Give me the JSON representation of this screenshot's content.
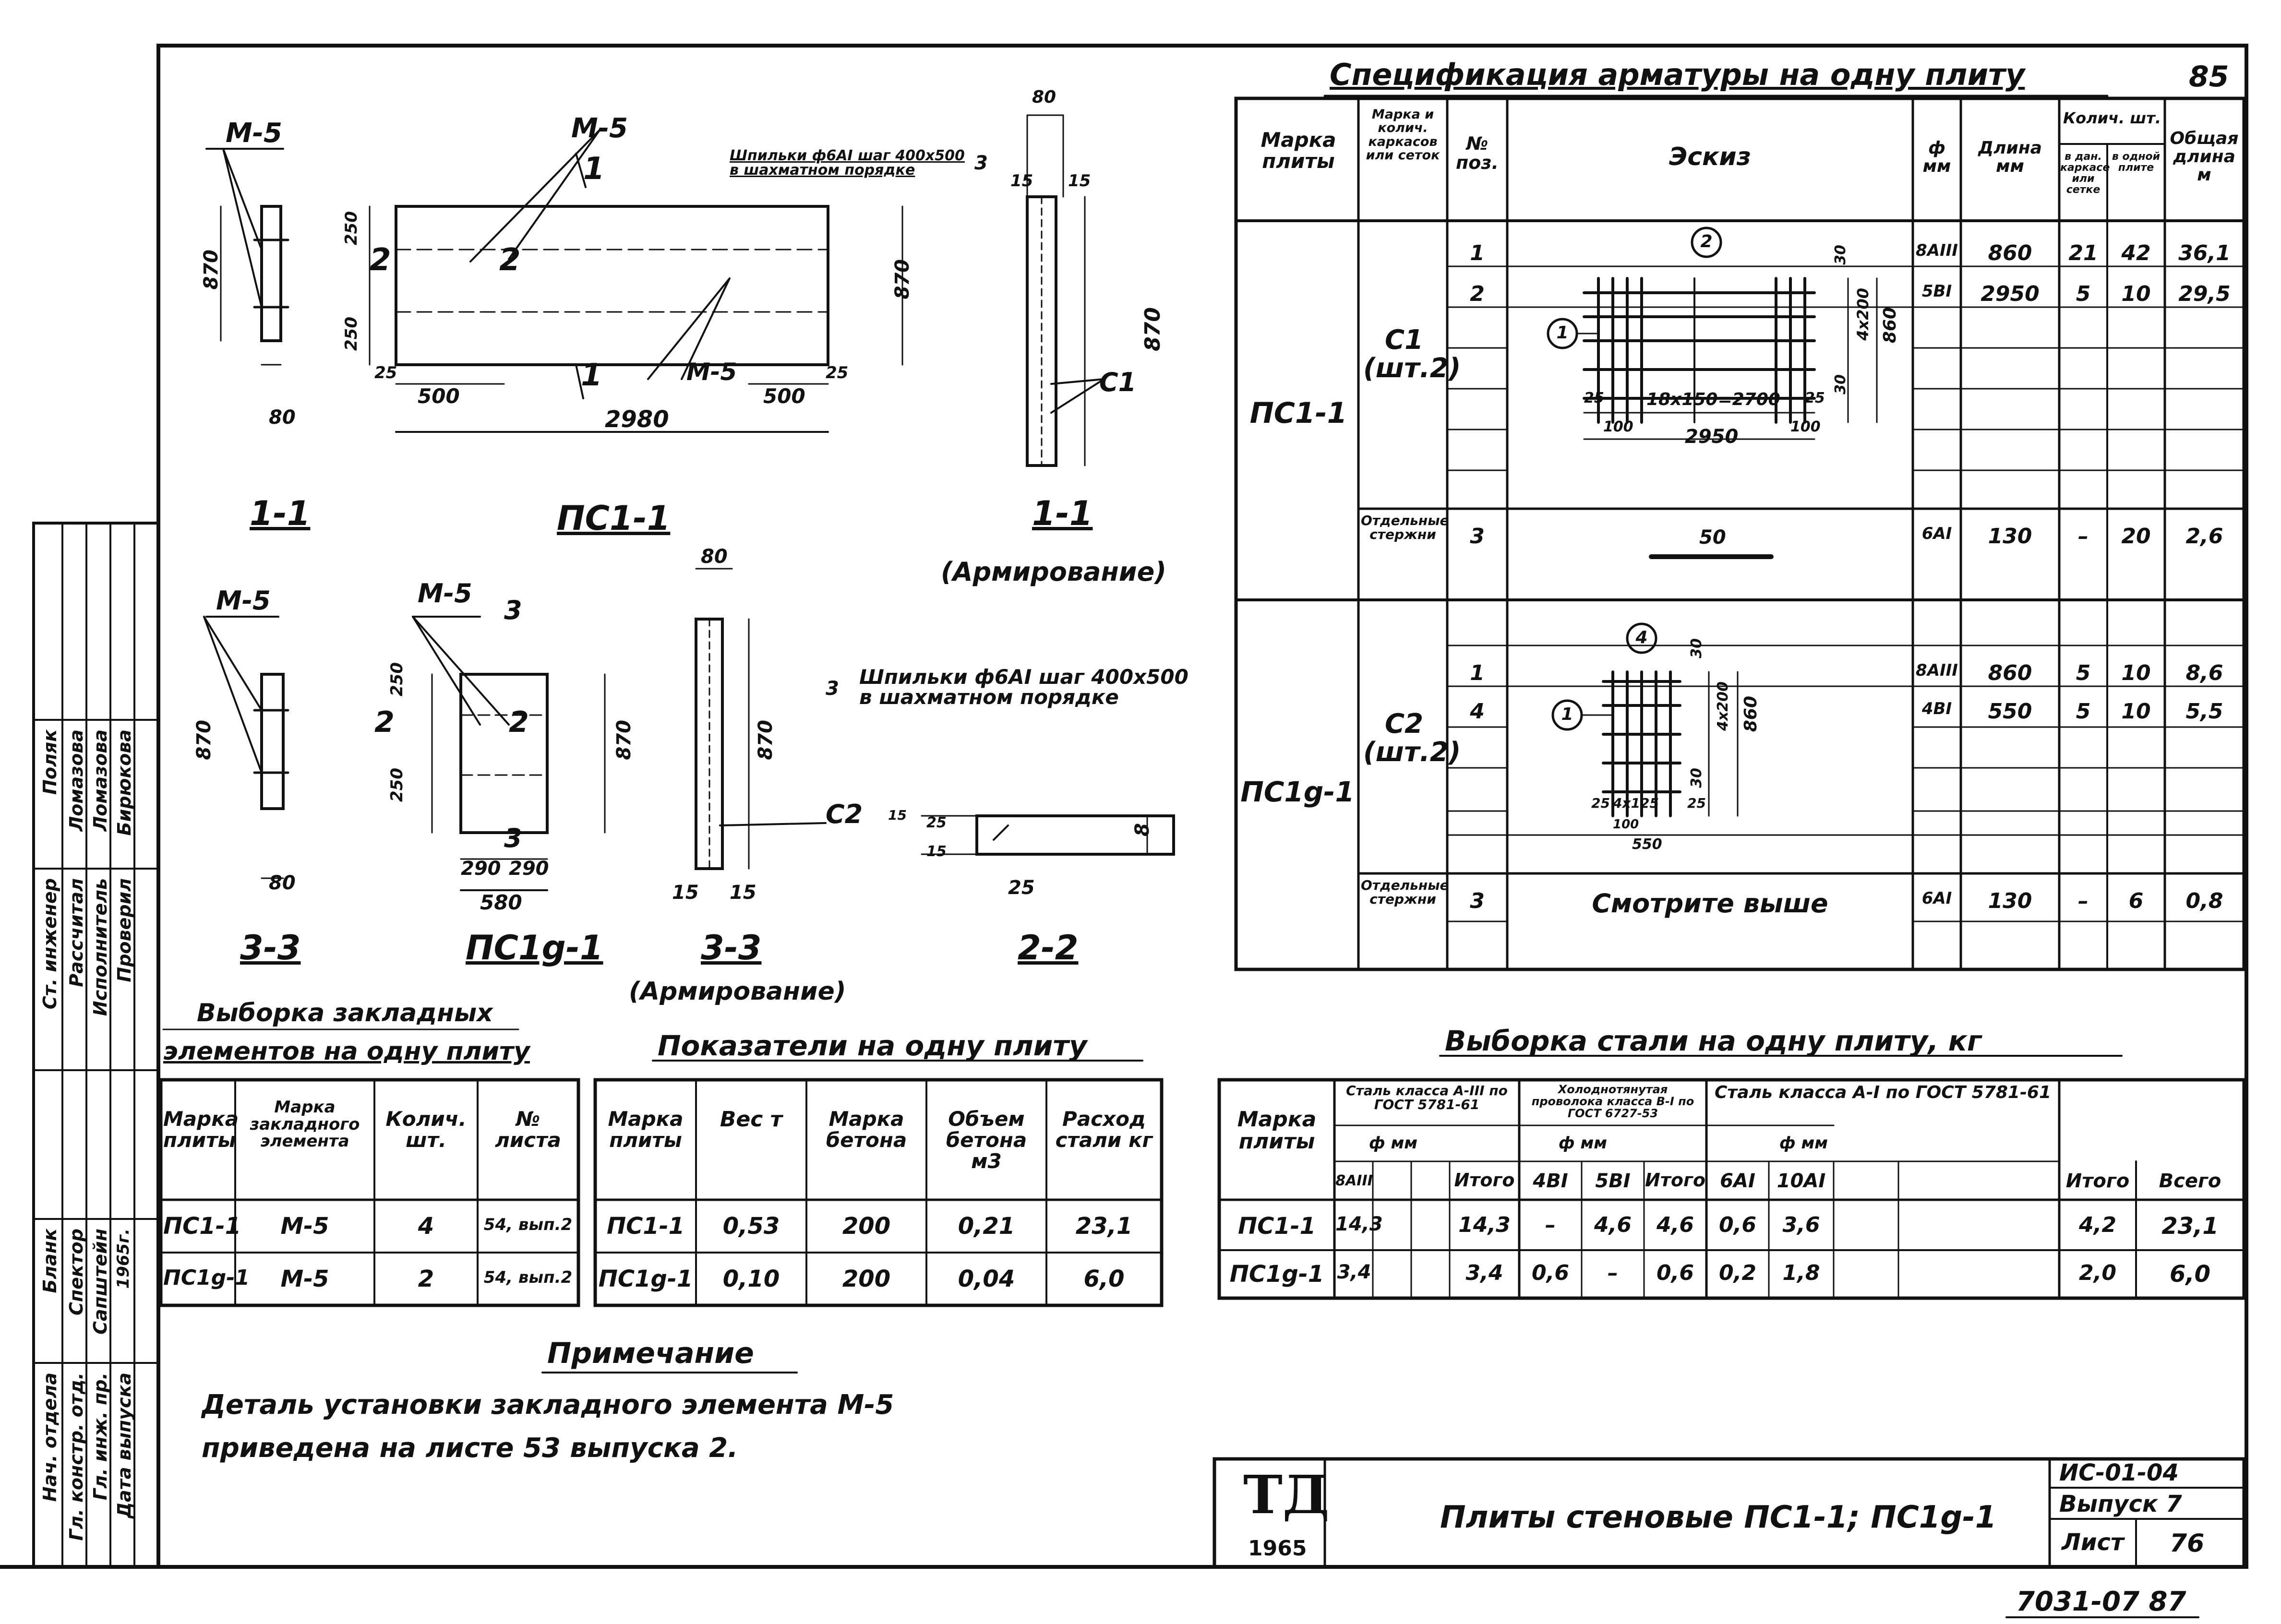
{
  "sheet": {
    "page_number": "85",
    "bottom_code": "7031-07  87",
    "title_block": {
      "logo": "ТД",
      "year": "1965",
      "title": "Плиты стеновые ПС1-1; ПС1g-1",
      "code": "ИС-01-04",
      "issue": "Выпуск 7",
      "sheet_label": "Лист",
      "sheet_no": "76"
    }
  },
  "left_stamp": {
    "rows": [
      {
        "role": "Нач. отдела",
        "name": "Бланк"
      },
      {
        "role": "Гл. констр. отд.",
        "name": "Спектор"
      },
      {
        "role": "Гл. инж. пр.",
        "name": "Сапштейн"
      },
      {
        "role": "Дата выпуска",
        "name": "1965г."
      },
      {
        "role": "Ст. инженер",
        "name": "Поляк"
      },
      {
        "role": "Рассчитал",
        "name": "Ломазова"
      },
      {
        "role": "Исполнитель",
        "name": "Ломазова"
      },
      {
        "role": "Проверил",
        "name": "Бирюкова"
      }
    ]
  },
  "drawings": {
    "m5_top": "М-5",
    "m5_top2": "М-5",
    "dim_870": "870",
    "dim_80": "80",
    "dim_250a": "250",
    "dim_250b": "250",
    "dim_2980": "2980",
    "dim_500a": "500",
    "dim_500b": "500",
    "dim_25a": "25",
    "dim_25b": "25",
    "dim_15a": "15",
    "dim_15b": "15",
    "mark_1a": "1",
    "mark_1b": "1",
    "mark_2a": "2",
    "mark_2b": "2",
    "mark_3a": "3",
    "mark_3b": "3",
    "shpilki_top": "Шпильки ф6АI шаг 400x500 в шахматном порядке",
    "c1": "С1",
    "c2": "С2",
    "sec_11": "1-1",
    "ps1": "ПС1-1",
    "sec_11b": "1-1",
    "armir1": "(Армирование)",
    "sec_33": "3-3",
    "ps1g": "ПС1g-1",
    "sec_33b": "3-3",
    "armir2": "(Армирование)",
    "sec_22": "2-2",
    "dim_290a": "290",
    "dim_290b": "290",
    "dim_580": "580",
    "shpilki_mid": "Шпильки ф6АI шаг 400x500 в шахматном порядке",
    "dim_25c": "25",
    "dim_15c": "15",
    "dim_8": "8"
  },
  "spec_table": {
    "title": "Спецификация арматуры на одну плиту",
    "headers": [
      "Марка плиты",
      "Марка и колич. каркасов или сеток",
      "№ поз.",
      "Эскиз",
      "ф мм",
      "Длина мм",
      "Колич. шт.",
      "Общая длина м"
    ],
    "sub_headers": [
      "в дан. каркасе или сетке",
      "в одной плите"
    ],
    "rows": [
      {
        "plate": "ПС1-1",
        "mesh": "С1 (шт.2)",
        "pos": "1",
        "d": "8AIII",
        "len": "860",
        "q1": "21",
        "q2": "42",
        "total": "36,1"
      },
      {
        "plate": "",
        "mesh": "",
        "pos": "2",
        "d": "5BI",
        "len": "2950",
        "q1": "5",
        "q2": "10",
        "total": "29,5"
      },
      {
        "plate": "",
        "mesh": "Отдельные стержни",
        "pos": "3",
        "d": "6AI",
        "len": "130",
        "q1": "–",
        "q2": "20",
        "total": "2,6"
      },
      {
        "plate": "ПС1g-1",
        "mesh": "С2 (шт.2)",
        "pos": "1",
        "d": "8AIII",
        "len": "860",
        "q1": "5",
        "q2": "10",
        "total": "8,6"
      },
      {
        "plate": "",
        "mesh": "",
        "pos": "4",
        "d": "4BI",
        "len": "550",
        "q1": "5",
        "q2": "10",
        "total": "5,5"
      },
      {
        "plate": "",
        "mesh": "Отдельные стержни",
        "pos": "3",
        "d": "6AI",
        "len": "130",
        "q1": "–",
        "q2": "6",
        "total": "0,8"
      }
    ],
    "sketch": {
      "c1_dims": "18x150=2700",
      "c1_len": "2950",
      "c1_h": "4x200",
      "c1_860": "860",
      "c1_30": "30",
      "c1_25": "25",
      "c1_100": "100",
      "bar_50": "50",
      "c2_h": "4x200",
      "c2_860": "860",
      "c2_30": "30",
      "c2_dims": "4x125",
      "c2_len": "550",
      "c2_25": "25",
      "c2_100": "100",
      "see_above": "Смотрите выше",
      "pos1": "1",
      "pos2": "2",
      "pos4": "4"
    }
  },
  "embedded_table": {
    "title_line1": "Выборка закладных",
    "title_line2": "элементов на одну плиту",
    "headers": [
      "Марка плиты",
      "Марка закладного элемента",
      "Колич. шт.",
      "№ листа"
    ],
    "rows": [
      [
        "ПС1-1",
        "М-5",
        "4",
        "54, вып.2"
      ],
      [
        "ПС1g-1",
        "М-5",
        "2",
        "54, вып.2"
      ]
    ]
  },
  "indicators_table": {
    "title": "Показатели на одну плиту",
    "headers": [
      "Марка плиты",
      "Вес т",
      "Марка бетона",
      "Объем бетона м3",
      "Расход стали кг"
    ],
    "rows": [
      [
        "ПС1-1",
        "0,53",
        "200",
        "0,21",
        "23,1"
      ],
      [
        "ПС1g-1",
        "0,10",
        "200",
        "0,04",
        "6,0"
      ]
    ]
  },
  "steel_table": {
    "title": "Выборка стали на одну плиту, кг",
    "group1": "Сталь класса А-III по ГОСТ 5781-61",
    "group2": "Холоднотянутая проволока класса В-I по ГОСТ 6727-53",
    "group3": "Сталь класса А-I по ГОСТ 5781-61",
    "phi": "ф мм",
    "col_plate": "Марка плиты",
    "cols": [
      "8AIII",
      "",
      "",
      "Итого",
      "4BI",
      "5BI",
      "Итого",
      "6AI",
      "10AI",
      "",
      "Итого",
      "Всего"
    ],
    "rows": [
      [
        "ПС1-1",
        "14,3",
        "",
        "",
        "14,3",
        "–",
        "4,6",
        "4,6",
        "0,6",
        "3,6",
        "",
        "4,2",
        "23,1"
      ],
      [
        "ПС1g-1",
        "3,4",
        "",
        "",
        "3,4",
        "0,6",
        "–",
        "0,6",
        "0,2",
        "1,8",
        "",
        "2,0",
        "6,0"
      ]
    ]
  },
  "note": {
    "title": "Примечание",
    "text_line1": "Деталь установки закладного элемента М-5",
    "text_line2": "приведена на листе 53 выпуска 2."
  }
}
